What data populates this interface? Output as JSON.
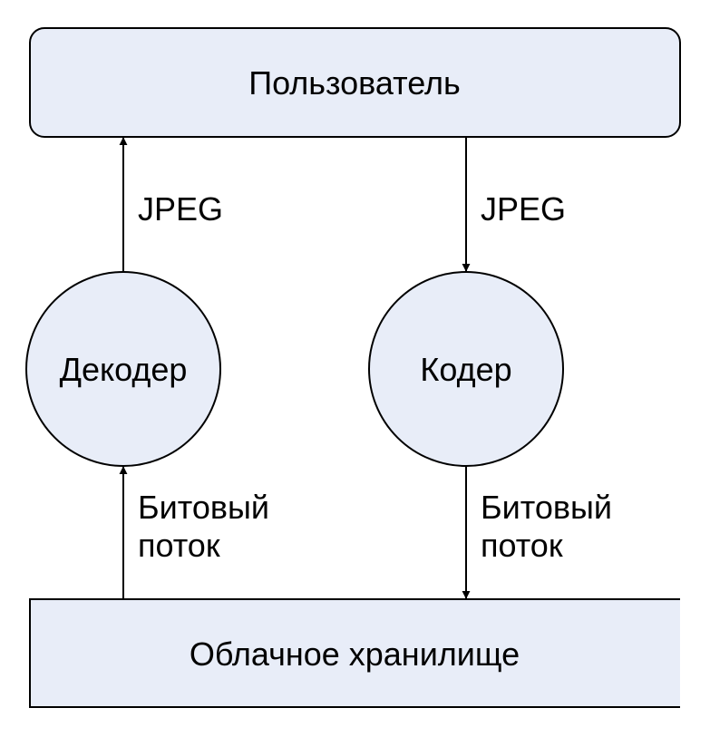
{
  "colors": {
    "node_fill": "#e8edf8",
    "stroke": "#000000",
    "text": "#000000"
  },
  "nodes": {
    "user": "Пользователь",
    "decoder": "Декодер",
    "encoder": "Кодер",
    "cloud_storage": "Облачное хранилище"
  },
  "edges": {
    "user_to_encoder": "JPEG",
    "decoder_to_user": "JPEG",
    "encoder_to_storage": [
      "Битовый",
      "поток"
    ],
    "storage_to_decoder": [
      "Битовый",
      "поток"
    ]
  }
}
